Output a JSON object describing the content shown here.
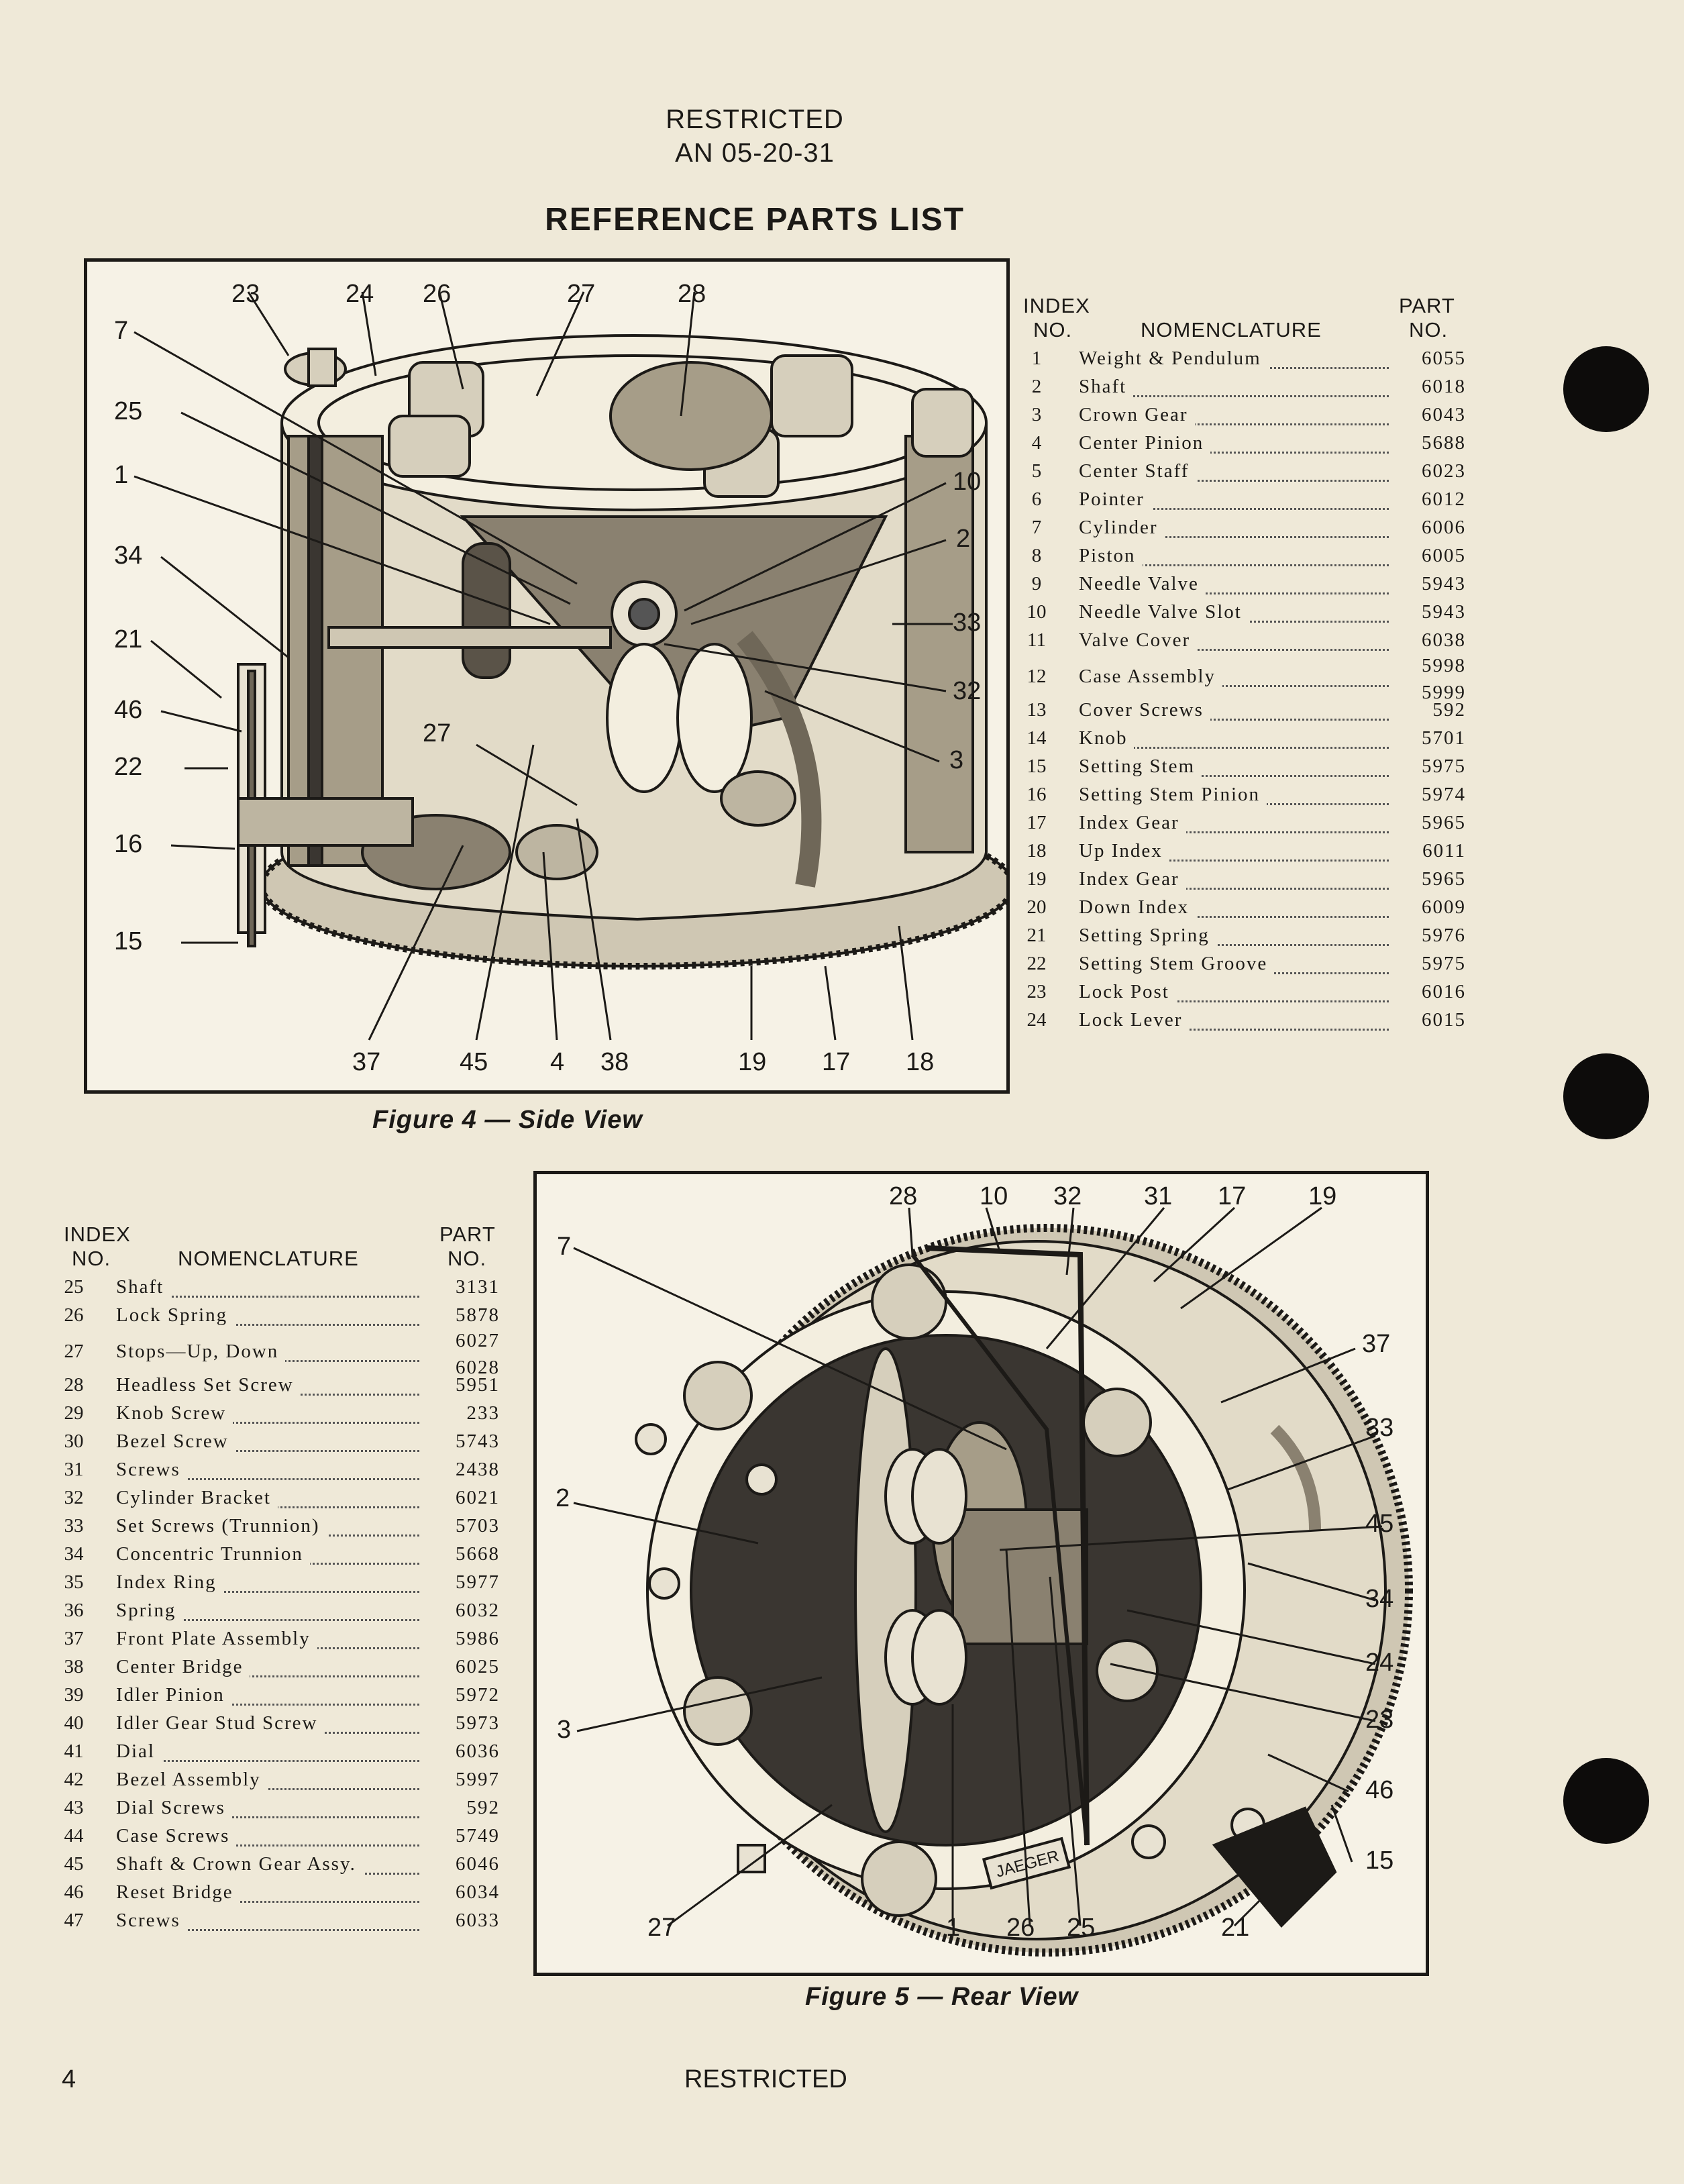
{
  "header": {
    "classification": "RESTRICTED",
    "document_number": "AN 05-20-31"
  },
  "title": "REFERENCE PARTS LIST",
  "table_headers": {
    "index_line1": "INDEX",
    "index_line2": "NO.",
    "nomenclature": "NOMENCLATURE",
    "part_line1": "PART",
    "part_line2": "NO."
  },
  "parts_top": [
    {
      "index": "1",
      "name": "Weight & Pendulum",
      "part": "6055"
    },
    {
      "index": "2",
      "name": "Shaft",
      "part": "6018"
    },
    {
      "index": "3",
      "name": "Crown Gear",
      "part": "6043"
    },
    {
      "index": "4",
      "name": "Center Pinion",
      "part": "5688"
    },
    {
      "index": "5",
      "name": "Center Staff",
      "part": "6023"
    },
    {
      "index": "6",
      "name": "Pointer",
      "part": "6012"
    },
    {
      "index": "7",
      "name": "Cylinder",
      "part": "6006"
    },
    {
      "index": "8",
      "name": "Piston",
      "part": "6005"
    },
    {
      "index": "9",
      "name": "Needle Valve",
      "part": "5943"
    },
    {
      "index": "10",
      "name": "Needle Valve Slot",
      "part": "5943"
    },
    {
      "index": "11",
      "name": "Valve Cover",
      "part": "6038"
    },
    {
      "index": "12",
      "name": "Case Assembly",
      "part": "5998",
      "part2": "5999"
    },
    {
      "index": "13",
      "name": "Cover Screws",
      "part": "592"
    },
    {
      "index": "14",
      "name": "Knob",
      "part": "5701"
    },
    {
      "index": "15",
      "name": "Setting Stem",
      "part": "5975"
    },
    {
      "index": "16",
      "name": "Setting Stem Pinion",
      "part": "5974"
    },
    {
      "index": "17",
      "name": "Index Gear",
      "part": "5965"
    },
    {
      "index": "18",
      "name": "Up Index",
      "part": "6011"
    },
    {
      "index": "19",
      "name": "Index Gear",
      "part": "5965"
    },
    {
      "index": "20",
      "name": "Down Index",
      "part": "6009"
    },
    {
      "index": "21",
      "name": "Setting Spring",
      "part": "5976"
    },
    {
      "index": "22",
      "name": "Setting Stem Groove",
      "part": "5975"
    },
    {
      "index": "23",
      "name": "Lock Post",
      "part": "6016"
    },
    {
      "index": "24",
      "name": "Lock Lever",
      "part": "6015"
    }
  ],
  "parts_bottom": [
    {
      "index": "25",
      "name": "Shaft",
      "part": "3131"
    },
    {
      "index": "26",
      "name": "Lock Spring",
      "part": "5878"
    },
    {
      "index": "27",
      "name": "Stops—Up, Down",
      "part": "6027",
      "part2": "6028"
    },
    {
      "index": "28",
      "name": "Headless Set Screw",
      "part": "5951"
    },
    {
      "index": "29",
      "name": "Knob Screw",
      "part": "233"
    },
    {
      "index": "30",
      "name": "Bezel Screw",
      "part": "5743"
    },
    {
      "index": "31",
      "name": "Screws",
      "part": "2438"
    },
    {
      "index": "32",
      "name": "Cylinder Bracket",
      "part": "6021"
    },
    {
      "index": "33",
      "name": "Set Screws (Trunnion)",
      "part": "5703"
    },
    {
      "index": "34",
      "name": "Concentric Trunnion",
      "part": "5668"
    },
    {
      "index": "35",
      "name": "Index Ring",
      "part": "5977"
    },
    {
      "index": "36",
      "name": "Spring",
      "part": "6032"
    },
    {
      "index": "37",
      "name": "Front Plate Assembly",
      "part": "5986"
    },
    {
      "index": "38",
      "name": "Center Bridge",
      "part": "6025"
    },
    {
      "index": "39",
      "name": "Idler Pinion",
      "part": "5972"
    },
    {
      "index": "40",
      "name": "Idler Gear Stud Screw",
      "part": "5973"
    },
    {
      "index": "41",
      "name": "Dial",
      "part": "6036"
    },
    {
      "index": "42",
      "name": "Bezel Assembly",
      "part": "5997"
    },
    {
      "index": "43",
      "name": "Dial Screws",
      "part": "592"
    },
    {
      "index": "44",
      "name": "Case Screws",
      "part": "5749"
    },
    {
      "index": "45",
      "name": "Shaft & Crown Gear Assy.",
      "part": "6046"
    },
    {
      "index": "46",
      "name": "Reset Bridge",
      "part": "6034"
    },
    {
      "index": "47",
      "name": "Screws",
      "part": "6033"
    }
  ],
  "figure4": {
    "caption": "Figure 4 — Side View",
    "callouts": [
      "23",
      "24",
      "26",
      "27",
      "28",
      "7",
      "25",
      "1",
      "10",
      "2",
      "34",
      "33",
      "21",
      "32",
      "46",
      "27",
      "3",
      "22",
      "16",
      "15",
      "37",
      "45",
      "4",
      "38",
      "19",
      "17",
      "18"
    ]
  },
  "figure5": {
    "caption": "Figure 5 — Rear View",
    "nameplate": "JAEGER",
    "callouts": [
      "28",
      "10",
      "32",
      "31",
      "17",
      "19",
      "7",
      "37",
      "33",
      "2",
      "45",
      "34",
      "24",
      "23",
      "3",
      "46",
      "15",
      "27",
      "1",
      "26",
      "25",
      "21"
    ]
  },
  "footer": {
    "page_number": "4",
    "classification": "RESTRICTED"
  }
}
